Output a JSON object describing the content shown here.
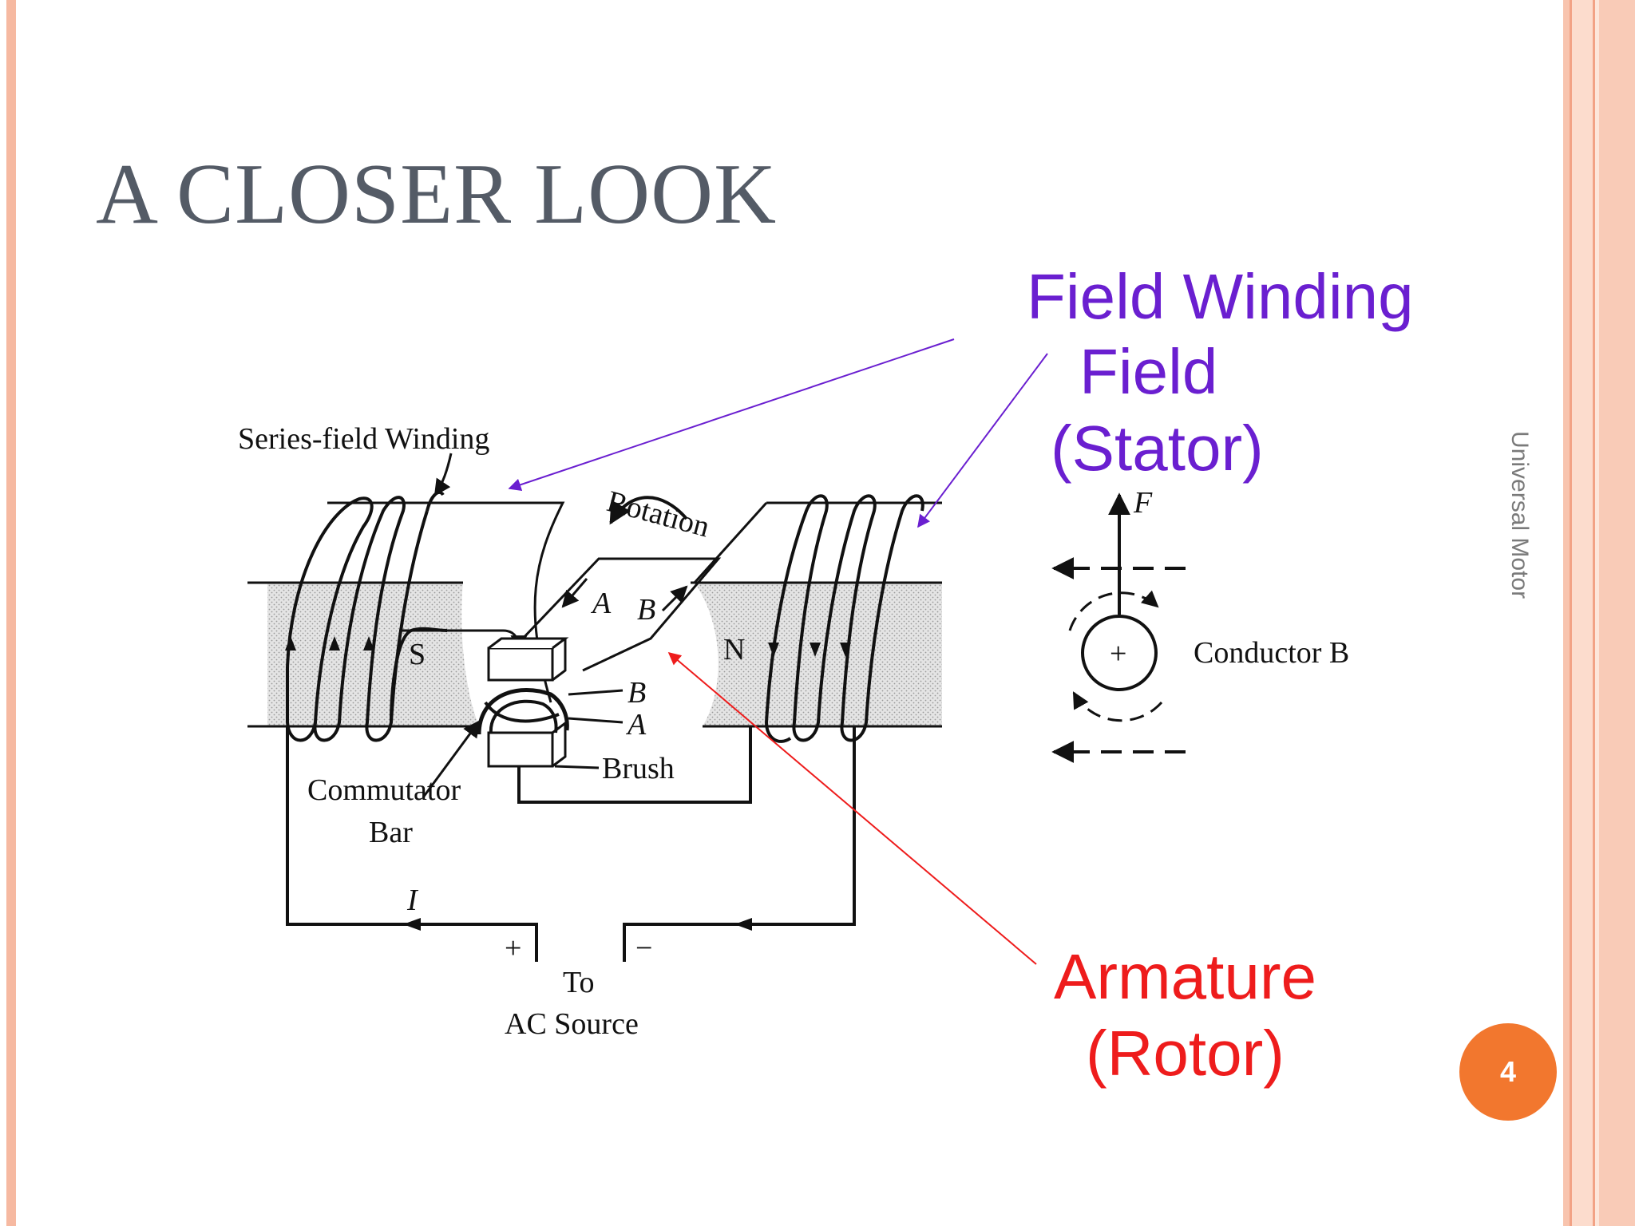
{
  "slide": {
    "title": "A CLOSER LOOK",
    "side_label": "Universal Motor",
    "page_number": "4"
  },
  "callouts": {
    "field_winding": "Field Winding",
    "field": "Field",
    "stator": "(Stator)",
    "armature": "Armature",
    "rotor": "(Rotor)"
  },
  "diagram": {
    "series_field_winding": "Series-field Winding",
    "rotation": "Rotation",
    "pole_s": "S",
    "pole_n": "N",
    "side_a": "A",
    "side_b": "B",
    "brush_b": "B",
    "brush_a": "A",
    "brush": "Brush",
    "commutator": "Commutator",
    "bar": "Bar",
    "current": "I",
    "plus": "+",
    "minus": "−",
    "to": "To",
    "ac_source": "AC Source",
    "force": "F",
    "conductor_plus": "+",
    "conductor": "Conductor B"
  },
  "colors": {
    "title": "#545b66",
    "field_callout": "#6a1fd0",
    "armature_callout": "#ee1c1c",
    "badge": "#f2772e",
    "border_light": "#fbd4c4",
    "border_dark": "#f3a88c",
    "pole_fill": "#d6d6d6"
  }
}
